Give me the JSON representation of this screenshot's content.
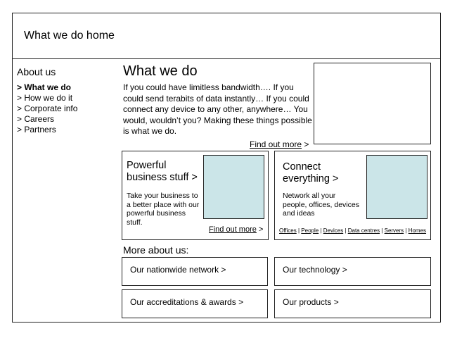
{
  "header": {
    "title": "What we do home"
  },
  "sidebar": {
    "heading": "About us",
    "items": [
      {
        "label": "> What we do",
        "active": true
      },
      {
        "label": "> How we do it"
      },
      {
        "label": "> Corporate info"
      },
      {
        "label": "> Careers"
      },
      {
        "label": "> Partners"
      }
    ]
  },
  "main": {
    "title": "What we do",
    "intro": "If you could have limitless bandwidth…. If you could send terabits of data instantly… If you could connect any device to any other, anywhere… You would, wouldn’t you? Making these things possible is what we do.",
    "find_out_more": "Find out more",
    "arrow": ">",
    "cards": [
      {
        "title": "Powerful business stuff >",
        "desc": "Take your business to a better place with our powerful business stuff.",
        "link": "Find out more"
      },
      {
        "title": "Connect everything >",
        "desc": "Network all your people, offices, devices and ideas",
        "links": [
          "Offices",
          "People",
          "Devices",
          "Data centres",
          "Servers",
          "Homes"
        ]
      }
    ],
    "more_heading": "More about us:",
    "more_links": [
      "Our nationwide network >",
      "Our technology >",
      "Our accreditations & awards >",
      "Our products >"
    ]
  }
}
